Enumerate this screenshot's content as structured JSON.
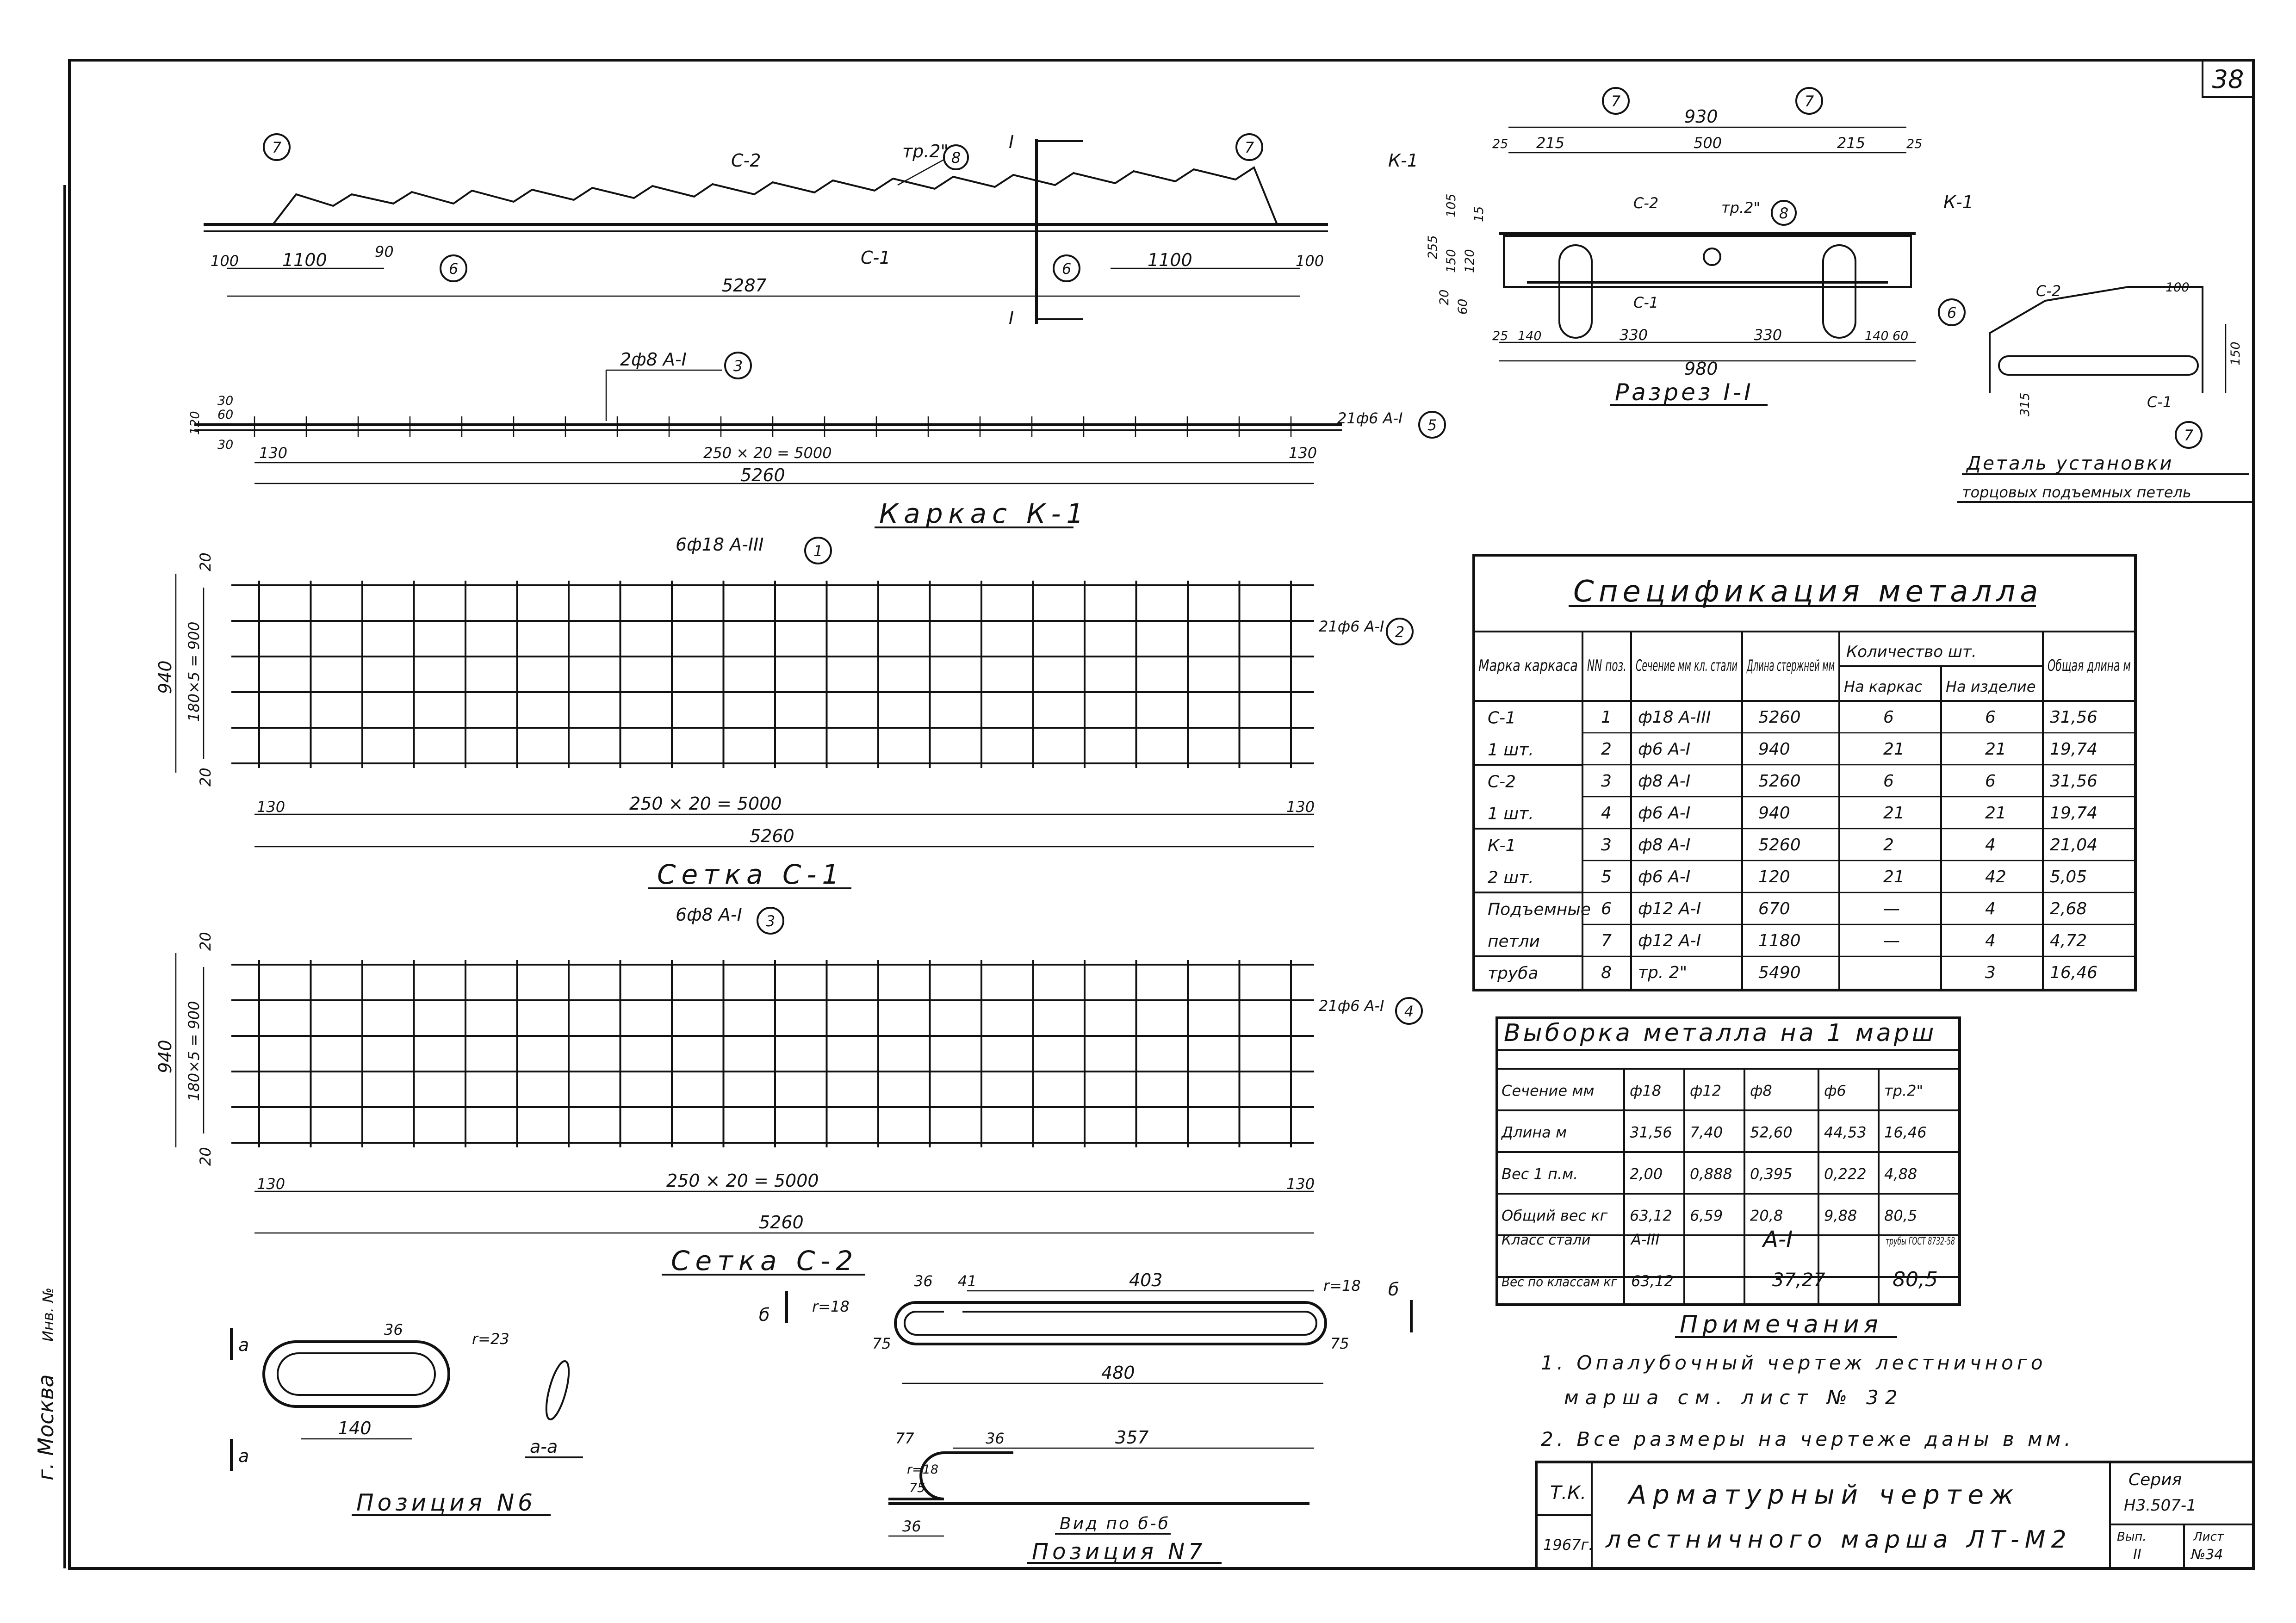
{
  "sheet": {
    "page_number": "38",
    "side_city": "г. Москва",
    "side_stamp": "Инв. №"
  },
  "top_view": {
    "c2": "С-2",
    "c1": "С-1",
    "pipe": "тр.2\"",
    "dim_100_l": "100",
    "dim_1100_l": "1100",
    "dim_90": "90",
    "dim_5287": "5287",
    "dim_1100_r": "1100",
    "dim_100_r": "100",
    "section_mark": "I"
  },
  "karkas_k1": {
    "title": "Каркас К-1",
    "bars_top": "2ф8 А-I",
    "bars_side": "21ф6 А-I",
    "dim_130_l": "130",
    "dim_span": "250 × 20 = 5000",
    "dim_130_r": "130",
    "dim_total": "5260",
    "dim_v1": "120",
    "dim_v2": "30",
    "dim_v3": "60",
    "dim_v4": "30"
  },
  "setka_c1": {
    "title": "Сетка С-1",
    "long_bars": "6ф18 А-III",
    "cross_bars": "21ф6 А-I",
    "dim_940": "940",
    "dim_180": "180×5 = 900",
    "dim_20t": "20",
    "dim_20b": "20",
    "dim_130_l": "130",
    "dim_span": "250 × 20 = 5000",
    "dim_130_r": "130",
    "dim_total": "5260"
  },
  "setka_c2": {
    "title": "Сетка С-2",
    "long_bars": "6ф8 А-I",
    "cross_bars": "21ф6 А-I",
    "dim_940": "940",
    "dim_180": "180×5 = 900",
    "dim_20t": "20",
    "dim_20b": "20",
    "dim_130_l": "130",
    "dim_span": "250 × 20 = 5000",
    "dim_130_r": "130",
    "dim_total": "5260"
  },
  "section": {
    "title": "Разрез I-I",
    "k1_l": "К-1",
    "k1_r": "К-1",
    "c2": "С-2",
    "c1": "С-1",
    "pipe": "тр.2\"",
    "dim_930": "930",
    "dim_25_l": "25",
    "dim_215_l": "215",
    "dim_500": "500",
    "dim_215_r": "215",
    "dim_25_r": "25",
    "dim_255": "255",
    "dim_105": "105",
    "dim_150": "150",
    "dim_120": "120",
    "dim_15": "15",
    "dim_25_b": "25",
    "dim_140_l": "140",
    "dim_330_l": "330",
    "dim_330_r": "330",
    "dim_140_r": "140",
    "dim_980": "980",
    "dim_60": "60",
    "dim_60b": "60",
    "dim_20": "20"
  },
  "detail": {
    "title_1": "Деталь установки",
    "title_2": "торцовых подъемных петель",
    "c2": "С-2",
    "c1": "С-1",
    "dim_100": "100",
    "dim_150": "150",
    "dim_315": "315"
  },
  "spec_table": {
    "title": "Спецификация металла",
    "headers": {
      "mark": "Марка каркаса",
      "pos": "NN поз.",
      "section": "Сечение мм кл. стали",
      "length": "Длина стержней мм",
      "qty": "Количество шт.",
      "qty_frame": "На каркас",
      "qty_item": "На изделие",
      "total": "Общая длина м"
    },
    "groups": [
      {
        "mark_1": "С-1",
        "mark_2": "1 шт."
      },
      {
        "mark_1": "С-2",
        "mark_2": "1 шт."
      },
      {
        "mark_1": "К-1",
        "mark_2": "2 шт."
      },
      {
        "mark_1": "Подъемные",
        "mark_2": "петли"
      },
      {
        "mark_1": "труба",
        "mark_2": ""
      }
    ],
    "rows": [
      {
        "pos": "1",
        "section": "ф18 А-III",
        "length": "5260",
        "frame": "6",
        "item": "6",
        "total": "31,56"
      },
      {
        "pos": "2",
        "section": "ф6 А-I",
        "length": "940",
        "frame": "21",
        "item": "21",
        "total": "19,74"
      },
      {
        "pos": "3",
        "section": "ф8 А-I",
        "length": "5260",
        "frame": "6",
        "item": "6",
        "total": "31,56"
      },
      {
        "pos": "4",
        "section": "ф6 А-I",
        "length": "940",
        "frame": "21",
        "item": "21",
        "total": "19,74"
      },
      {
        "pos": "3",
        "section": "ф8 А-I",
        "length": "5260",
        "frame": "2",
        "item": "4",
        "total": "21,04"
      },
      {
        "pos": "5",
        "section": "ф6 А-I",
        "length": "120",
        "frame": "21",
        "item": "42",
        "total": "5,05"
      },
      {
        "pos": "6",
        "section": "ф12 А-I",
        "length": "670",
        "frame": "—",
        "item": "4",
        "total": "2,68"
      },
      {
        "pos": "7",
        "section": "ф12 А-I",
        "length": "1180",
        "frame": "—",
        "item": "4",
        "total": "4,72"
      },
      {
        "pos": "8",
        "section": "тр. 2\"",
        "length": "5490",
        "frame": "",
        "item": "3",
        "total": "16,46"
      }
    ]
  },
  "selection_table": {
    "title": "Выборка металла на 1 марш",
    "col_headers": [
      "ф18",
      "ф12",
      "ф8",
      "ф6",
      "тр.2\""
    ],
    "rows": [
      {
        "label": "Сечение мм",
        "values": [
          "ф18",
          "ф12",
          "ф8",
          "ф6",
          "тр.2\""
        ]
      },
      {
        "label": "Длина м",
        "values": [
          "31,56",
          "7,40",
          "52,60",
          "44,53",
          "16,46"
        ]
      },
      {
        "label": "Вес 1 п.м.",
        "values": [
          "2,00",
          "0,888",
          "0,395",
          "0,222",
          "4,88"
        ]
      },
      {
        "label": "Общий вес кг",
        "values": [
          "63,12",
          "6,59",
          "20,8",
          "9,88",
          "80,5"
        ]
      }
    ],
    "class_label": "Класс стали",
    "class_a3": "А-III",
    "class_a1": "А-I",
    "class_pipe": "трубы ГОСТ 8732-58",
    "weight_label": "Вес по классам кг",
    "weight_a3": "63,12",
    "weight_a1": "37,27",
    "weight_pipe": "80,5"
  },
  "notes": {
    "title": "Примечания",
    "n1a": "1. Опалубочный чертеж лестничного",
    "n1b": "марша см. лист № 32",
    "n2": "2. Все размеры на чертеже даны в мм."
  },
  "pos6": {
    "title": "Позиция N6",
    "dim_36": "36",
    "dim_r": "r=23",
    "dim_140": "140",
    "sec_a": "а",
    "sec_aa": "а-а"
  },
  "pos7": {
    "title": "Позиция N7",
    "view": "Вид по б-б",
    "dim_36": "36",
    "dim_41": "41",
    "dim_403": "403",
    "dim_r18a": "r=18",
    "dim_r18b": "r=18",
    "dim_75a": "75",
    "dim_75b": "75",
    "dim_480": "480",
    "dim_77": "77",
    "dim_36b": "36",
    "dim_357": "357",
    "dim_r18c": "r=18",
    "dim_75c": "75",
    "dim_36c": "36",
    "sec_b": "б"
  },
  "title_block": {
    "org": "Т.К.",
    "year": "1967г.",
    "title_1": "Арматурный чертеж",
    "title_2": "лестничного марша ЛТ-М2",
    "series_label": "Серия",
    "series_val": "Н3.507-1",
    "issue_label": "Вып.",
    "issue_val": "II",
    "sheet_label": "Лист",
    "sheet_val": "№34"
  },
  "positions": {
    "p1": "1",
    "p2": "2",
    "p3": "3",
    "p4": "4",
    "p5": "5",
    "p6": "6",
    "p7": "7",
    "p8": "8"
  }
}
